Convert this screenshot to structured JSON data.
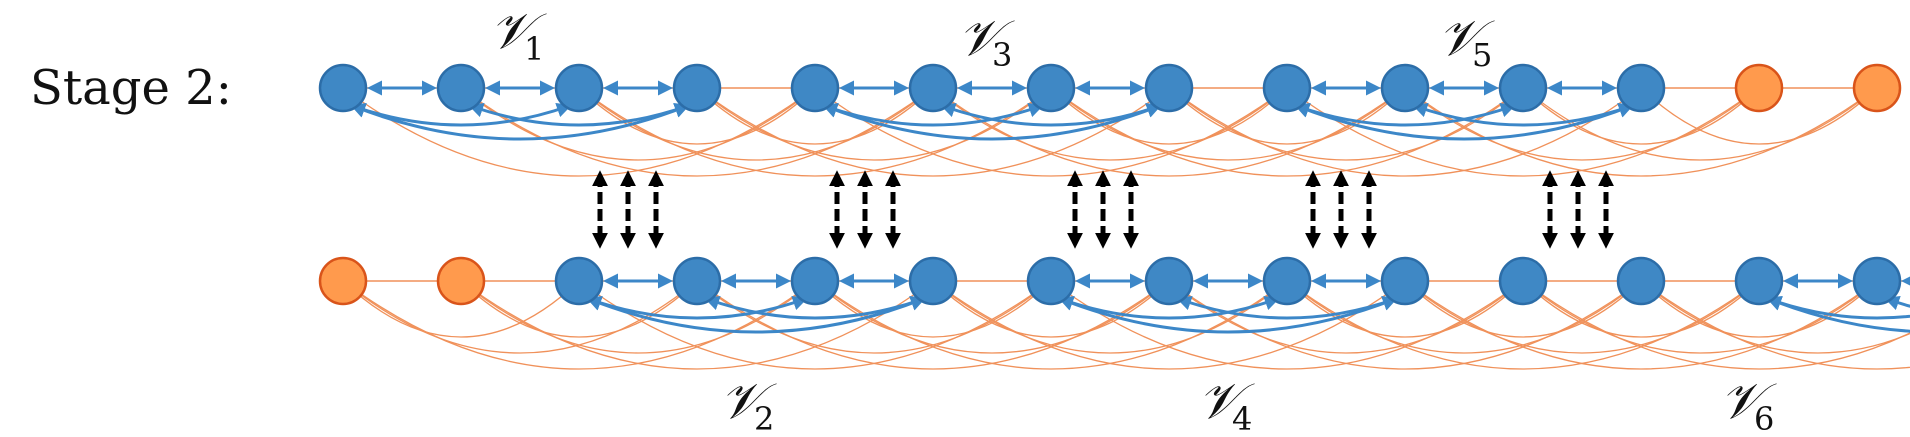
{
  "stage_label": "Stage 2:",
  "colors": {
    "active_fill": "#3F88C5",
    "active_stroke": "#2C6DA8",
    "inactive_fill": "#FF9A4D",
    "inactive_stroke": "#D9541A",
    "orange_edge": "#F0915A",
    "blue_edge": "#3C87C8",
    "sync_arrow": "#000000"
  },
  "groups": [
    {
      "symbol": "𝒱",
      "index": "1"
    },
    {
      "symbol": "𝒱",
      "index": "2"
    },
    {
      "symbol": "𝒱",
      "index": "3"
    },
    {
      "symbol": "𝒱",
      "index": "4"
    },
    {
      "symbol": "𝒱",
      "index": "5"
    },
    {
      "symbol": "𝒱",
      "index": "6"
    }
  ],
  "rows": {
    "top": {
      "node_states": [
        "active",
        "active",
        "active",
        "active",
        "active",
        "active",
        "active",
        "active",
        "active",
        "active",
        "active",
        "active",
        "inactive",
        "inactive"
      ],
      "clusters": [
        [
          0,
          1,
          2,
          3
        ],
        [
          4,
          5,
          6,
          7
        ],
        [
          8,
          9,
          10,
          11
        ]
      ]
    },
    "bottom": {
      "node_states": [
        "inactive",
        "inactive",
        "active",
        "active",
        "active",
        "active",
        "active",
        "active",
        "active",
        "active",
        "active",
        "active",
        "active",
        "active",
        "active",
        "active"
      ],
      "clusters": [
        [
          2,
          3,
          4,
          5
        ],
        [
          6,
          7,
          8,
          9
        ],
        [
          12,
          13,
          14,
          15
        ]
      ]
    }
  },
  "sync_links": [
    {
      "pair": "1-2",
      "arrows": 3
    },
    {
      "pair": "2-3",
      "arrows": 3
    },
    {
      "pair": "3-4",
      "arrows": 3
    },
    {
      "pair": "4-5",
      "arrows": 3
    },
    {
      "pair": "5-6",
      "arrows": 3
    }
  ]
}
